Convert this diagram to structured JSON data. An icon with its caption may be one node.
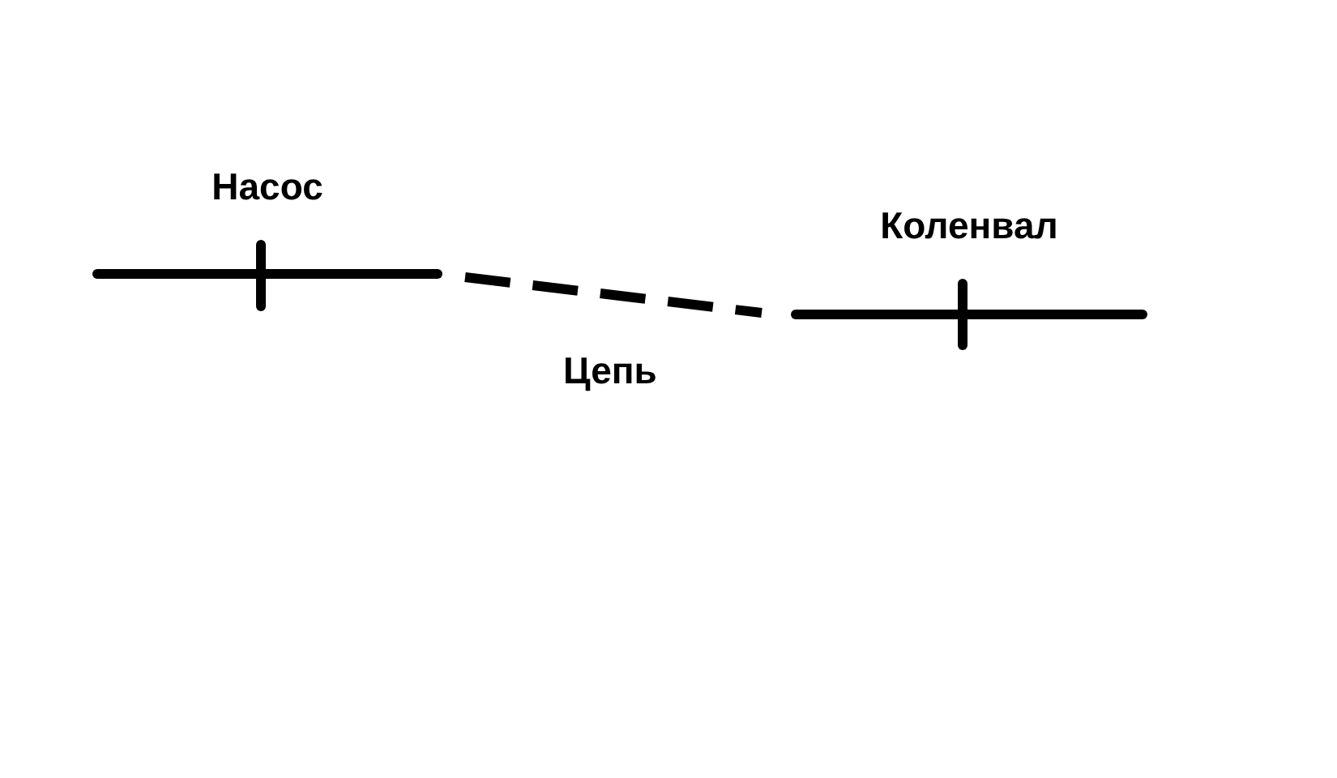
{
  "diagram": {
    "nodes": [
      {
        "text": [
          "Насос"
        ]
      },
      {
        "text": [
          "Коленвал"
        ]
      }
    ],
    "edges": [
      {
        "from": 0,
        "to": 1,
        "arrow": "none",
        "label": "Цепь",
        "style": "dashed"
      }
    ]
  }
}
